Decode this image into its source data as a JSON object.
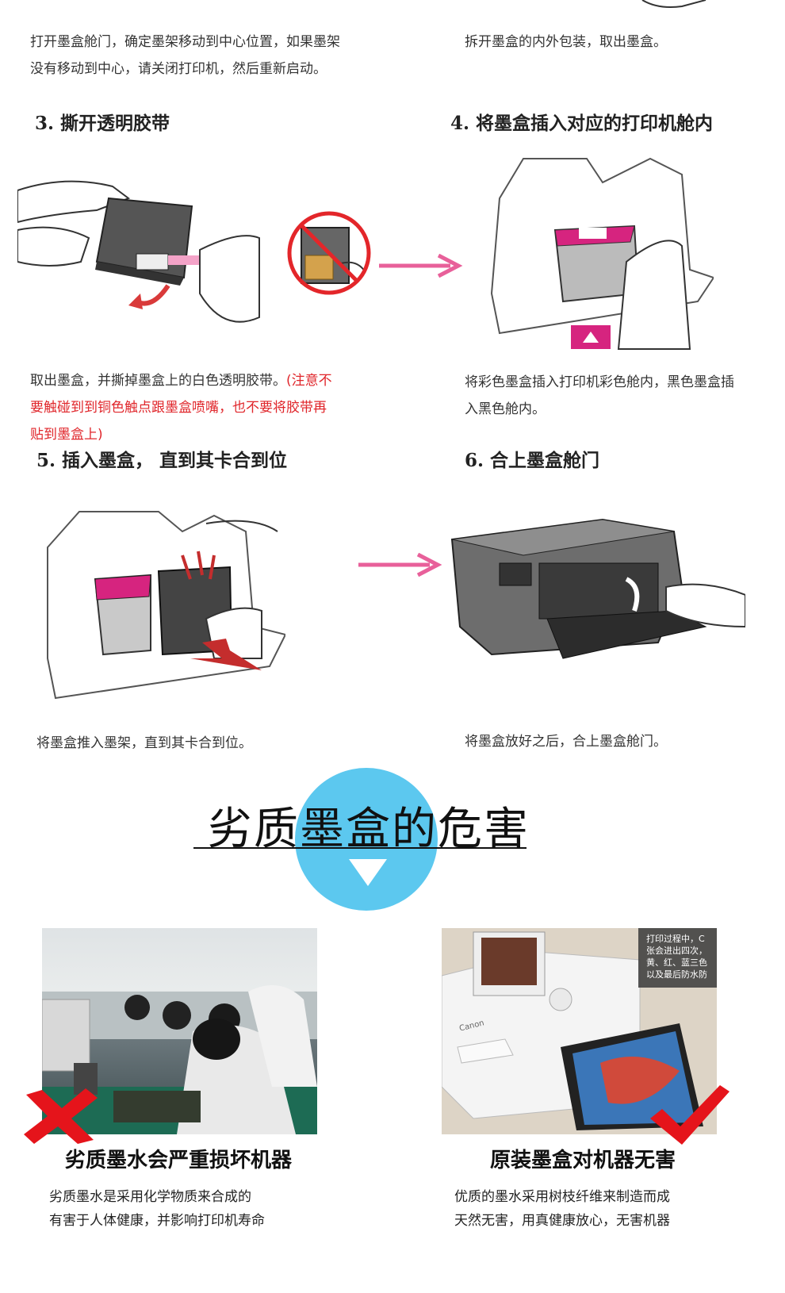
{
  "top": {
    "left_caption": "打开墨盒舱门，确定墨架移动到中心位置，如果墨架没有移动到中心，请关闭打印机，然后重新启动。",
    "right_caption": "拆开墨盒的内外包装，取出墨盒。"
  },
  "steps": {
    "s3": "3. 撕开透明胶带",
    "s4": "4. 将墨盒插入对应的打印机舱内",
    "s5": "5. 插入墨盒，  直到其卡合到位",
    "s6": "6. 合上墨盒舱门"
  },
  "captions": {
    "c3_black": "取出墨盒，并撕掉墨盒上的白色透明胶带。",
    "c3_red": "(注意不要触碰到到铜色触点跟墨盒喷嘴，也不要将胶带再贴到墨盒上)",
    "c4": "将彩色墨盒插入打印机彩色舱内，黑色墨盒插入黑色舱内。",
    "c5": "将墨盒推入墨架，直到其卡合到位。",
    "c6": "将墨盒放好之后，合上墨盒舱门。"
  },
  "banner": {
    "title": "劣质墨盒的危害",
    "circle_color": "#5cc8ef"
  },
  "compare": {
    "bad": {
      "heading": "劣质墨水会严重损坏机器",
      "text_line1": "劣质墨水是采用化学物质来合成的",
      "text_line2": "有害于人体健康，并影响打印机寿命",
      "mark_color": "#e5141b"
    },
    "good": {
      "heading": "原装墨盒对机器无害",
      "text_line1": "优质的墨水采用树枝纤维来制造而成",
      "text_line2": "天然无害，用真健康放心，无害机器",
      "inset_line1": "打印过程中，C",
      "inset_line2": "张会进出四次，",
      "inset_line3": "黄、红、蓝三色",
      "inset_line4": "以及最后防水防",
      "brand": "Canon",
      "mark_color": "#e5141b"
    }
  },
  "colors": {
    "arrow_pink": "#e8609a",
    "cartridge_magenta": "#d6247f"
  }
}
